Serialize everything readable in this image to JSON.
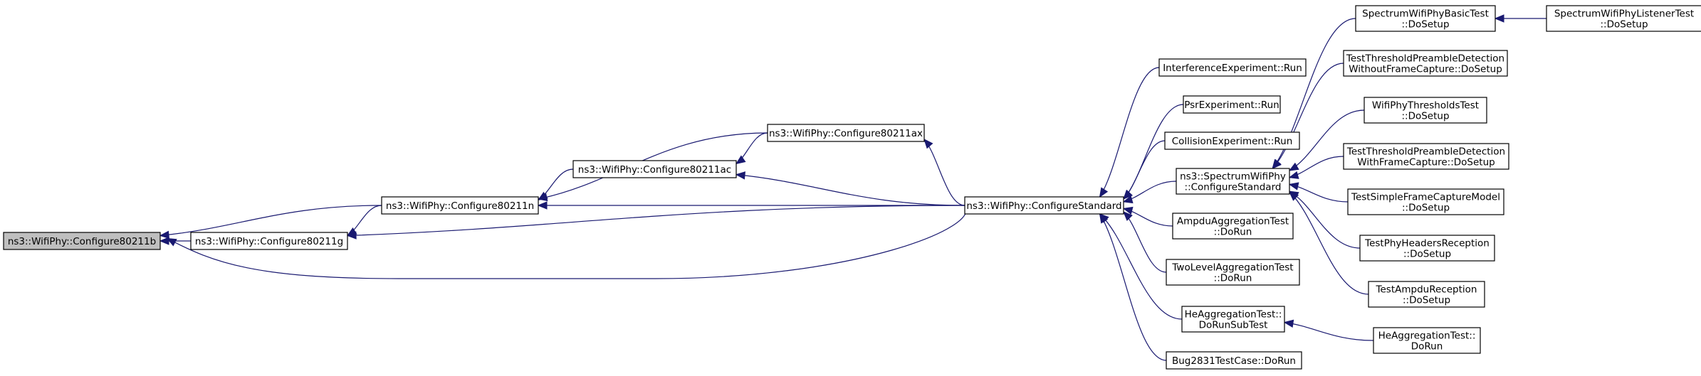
{
  "nodes": [
    {
      "id": "n0",
      "lines": [
        "ns3::WifiPhy::Configure80211b"
      ],
      "root": true
    },
    {
      "id": "n1",
      "lines": [
        "ns3::WifiPhy::Configure80211g"
      ]
    },
    {
      "id": "n2",
      "lines": [
        "ns3::WifiPhy::Configure80211n"
      ]
    },
    {
      "id": "n3",
      "lines": [
        "ns3::WifiPhy::Configure80211ac"
      ]
    },
    {
      "id": "n4",
      "lines": [
        "ns3::WifiPhy::Configure80211ax"
      ]
    },
    {
      "id": "n5",
      "lines": [
        "ns3::WifiPhy::ConfigureStandard"
      ]
    },
    {
      "id": "n6",
      "lines": [
        "InterferenceExperiment::Run"
      ]
    },
    {
      "id": "n7",
      "lines": [
        "PsrExperiment::Run"
      ]
    },
    {
      "id": "n8",
      "lines": [
        "CollisionExperiment::Run"
      ]
    },
    {
      "id": "n9",
      "lines": [
        "ns3::SpectrumWifiPhy",
        "::ConfigureStandard"
      ]
    },
    {
      "id": "n10",
      "lines": [
        "AmpduAggregationTest",
        "::DoRun"
      ]
    },
    {
      "id": "n11",
      "lines": [
        "TwoLevelAggregationTest",
        "::DoRun"
      ]
    },
    {
      "id": "n12",
      "lines": [
        "HeAggregationTest::",
        "DoRunSubTest"
      ]
    },
    {
      "id": "n13",
      "lines": [
        "Bug2831TestCase::DoRun"
      ]
    },
    {
      "id": "n14",
      "lines": [
        "SpectrumWifiPhyBasicTest",
        "::DoSetup"
      ]
    },
    {
      "id": "n15",
      "lines": [
        "TestThresholdPreambleDetection",
        "WithoutFrameCapture::DoSetup"
      ]
    },
    {
      "id": "n16",
      "lines": [
        "WifiPhyThresholdsTest",
        "::DoSetup"
      ]
    },
    {
      "id": "n17",
      "lines": [
        "TestThresholdPreambleDetection",
        "WithFrameCapture::DoSetup"
      ]
    },
    {
      "id": "n18",
      "lines": [
        "TestSimpleFrameCaptureModel",
        "::DoSetup"
      ]
    },
    {
      "id": "n19",
      "lines": [
        "TestPhyHeadersReception",
        "::DoSetup"
      ]
    },
    {
      "id": "n20",
      "lines": [
        "TestAmpduReception",
        "::DoSetup"
      ]
    },
    {
      "id": "n21",
      "lines": [
        "HeAggregationTest::",
        "DoRun"
      ]
    },
    {
      "id": "n22",
      "lines": [
        "SpectrumWifiPhyListenerTest",
        "::DoSetup"
      ]
    }
  ],
  "edges": [
    {
      "from": "n0",
      "to": "n1"
    },
    {
      "from": "n0",
      "to": "n2"
    },
    {
      "from": "n0",
      "to": "n5"
    },
    {
      "from": "n1",
      "to": "n2"
    },
    {
      "from": "n1",
      "to": "n5"
    },
    {
      "from": "n2",
      "to": "n3"
    },
    {
      "from": "n2",
      "to": "n4"
    },
    {
      "from": "n2",
      "to": "n5"
    },
    {
      "from": "n3",
      "to": "n4"
    },
    {
      "from": "n3",
      "to": "n5"
    },
    {
      "from": "n4",
      "to": "n5"
    },
    {
      "from": "n5",
      "to": "n6"
    },
    {
      "from": "n5",
      "to": "n7"
    },
    {
      "from": "n5",
      "to": "n8"
    },
    {
      "from": "n5",
      "to": "n9"
    },
    {
      "from": "n5",
      "to": "n10"
    },
    {
      "from": "n5",
      "to": "n11"
    },
    {
      "from": "n5",
      "to": "n12"
    },
    {
      "from": "n5",
      "to": "n13"
    },
    {
      "from": "n9",
      "to": "n14"
    },
    {
      "from": "n9",
      "to": "n15"
    },
    {
      "from": "n9",
      "to": "n16"
    },
    {
      "from": "n9",
      "to": "n17"
    },
    {
      "from": "n9",
      "to": "n18"
    },
    {
      "from": "n9",
      "to": "n19"
    },
    {
      "from": "n9",
      "to": "n20"
    },
    {
      "from": "n12",
      "to": "n21"
    },
    {
      "from": "n14",
      "to": "n22"
    }
  ],
  "colors": {
    "edge": "#191970",
    "root_fill": "#bfbfbf",
    "node_fill": "#ffffff",
    "node_border": "#000000"
  }
}
